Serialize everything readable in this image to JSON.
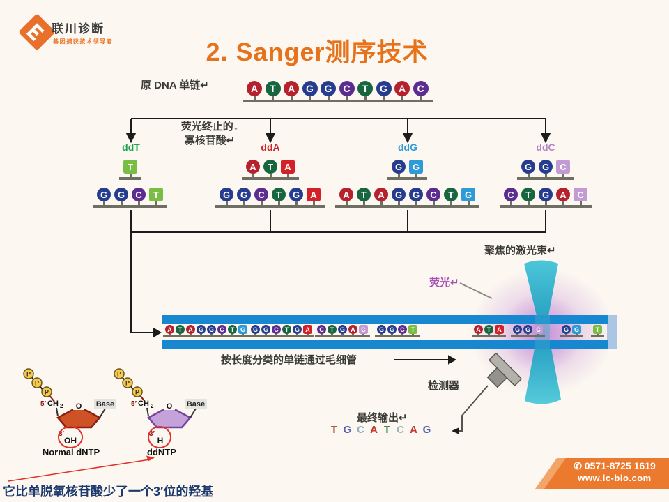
{
  "logo": {
    "name": "联川诊断",
    "tagline": "基因捕获技术领导者"
  },
  "title": "2. Sanger测序技术",
  "labels": {
    "template_dna": "原 DNA 单链↵",
    "fluor_terminated_line1": "荧光终止的↓",
    "fluor_terminated_line2": "寡核苷酸↵",
    "laser": "聚焦的激光束↵",
    "fluorescence": "荧光↵",
    "capillary": "按长度分类的单链通过毛细管",
    "detector": "检测器",
    "final_output": "最终输出↵"
  },
  "base_colors": {
    "A": "#b5212c",
    "T": "#17663f",
    "G": "#263d8f",
    "C": "#5c2d91"
  },
  "terminator_colors": {
    "T": "#78be43",
    "A": "#d42127",
    "G": "#2d9bd5",
    "C": "#c39bd3"
  },
  "template": {
    "seq": "ATAGGCTGAC",
    "term": false
  },
  "branches": [
    {
      "label": "ddT",
      "color": "#1fa353",
      "short": {
        "seq": "T",
        "term": true
      },
      "long": {
        "seq": "GGCT",
        "term": true
      }
    },
    {
      "label": "ddA",
      "color": "#c8252b",
      "short": {
        "seq": "ATA",
        "term": true
      },
      "long": {
        "seq": "GGCTGA",
        "term": true
      }
    },
    {
      "label": "ddG",
      "color": "#2d9bd5",
      "short": {
        "seq": "GG",
        "term": true
      },
      "long": {
        "seq": "ATAGGCTG",
        "term": true
      }
    },
    {
      "label": "ddC",
      "color": "#b283c4",
      "short": {
        "seq": "GGC",
        "term": true
      },
      "long": {
        "seq": "CTGAC",
        "term": true
      }
    }
  ],
  "capillary_fragments": [
    "ATAGGCTG",
    "GGCTGA",
    "CTGAC",
    "GGCT",
    "ATA",
    "GGC",
    "GG",
    "T"
  ],
  "output_sequence": [
    {
      "base": "T",
      "color": "#9e5a50"
    },
    {
      "base": "G",
      "color": "#5560a8"
    },
    {
      "base": "C",
      "color": "#98aec6"
    },
    {
      "base": "A",
      "color": "#c23730"
    },
    {
      "base": "T",
      "color": "#3f8f55"
    },
    {
      "base": "C",
      "color": "#9db3c4"
    },
    {
      "base": "A",
      "color": "#c23730"
    },
    {
      "base": "G",
      "color": "#5560a8"
    }
  ],
  "chemistry": {
    "normal": {
      "p": "P",
      "five_prime": "5′",
      "ch": "CH",
      "ch_sub": "2",
      "o": "O",
      "base": "Base",
      "three_prime": "3′",
      "group": "OH",
      "caption": "Normal dNTP"
    },
    "dd": {
      "p": "P",
      "five_prime": "5′",
      "ch": "CH",
      "ch_sub": "2",
      "o": "O",
      "base": "Base",
      "three_prime": "3′",
      "group": "H",
      "caption": "ddNTP"
    }
  },
  "note": "它比单脱氧核苷酸少了一个3′位的羟基",
  "contact": {
    "phone": "✆ 0571-8725 1619",
    "website": "www.lc-bio.com"
  }
}
